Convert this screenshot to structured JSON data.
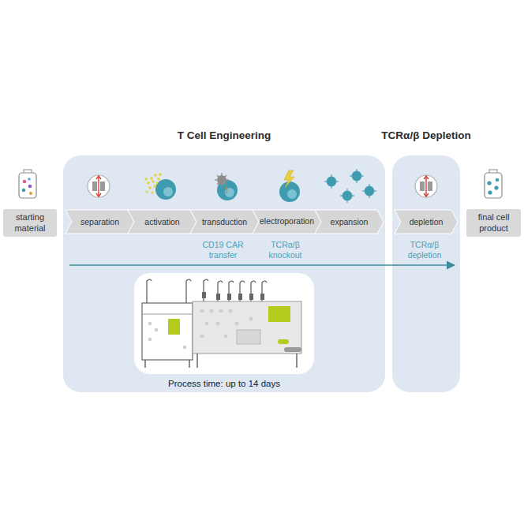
{
  "diagram": {
    "nodes": [
      {
        "text": [
          "starting material"
        ]
      },
      {
        "text": [
          "T Cell Engineering"
        ]
      },
      {
        "text": [
          "separation"
        ],
        "in": 1
      },
      {
        "text": [
          "activation"
        ],
        "in": 1
      },
      {
        "text": [
          "transduction",
          "CD19 CAR transfer"
        ],
        "in": 1
      },
      {
        "text": [
          "electroporation",
          "TCRα/β knockout"
        ],
        "in": 1
      },
      {
        "text": [
          "expansion"
        ],
        "in": 1
      },
      {
        "text": [
          "TCRα/β Depletion"
        ]
      },
      {
        "text": [
          "depletion",
          "TCRα/β depletion"
        ],
        "in": 7
      },
      {
        "text": [
          "final cell product"
        ]
      }
    ],
    "labels": [
      "Process time: up to 14 days"
    ]
  }
}
